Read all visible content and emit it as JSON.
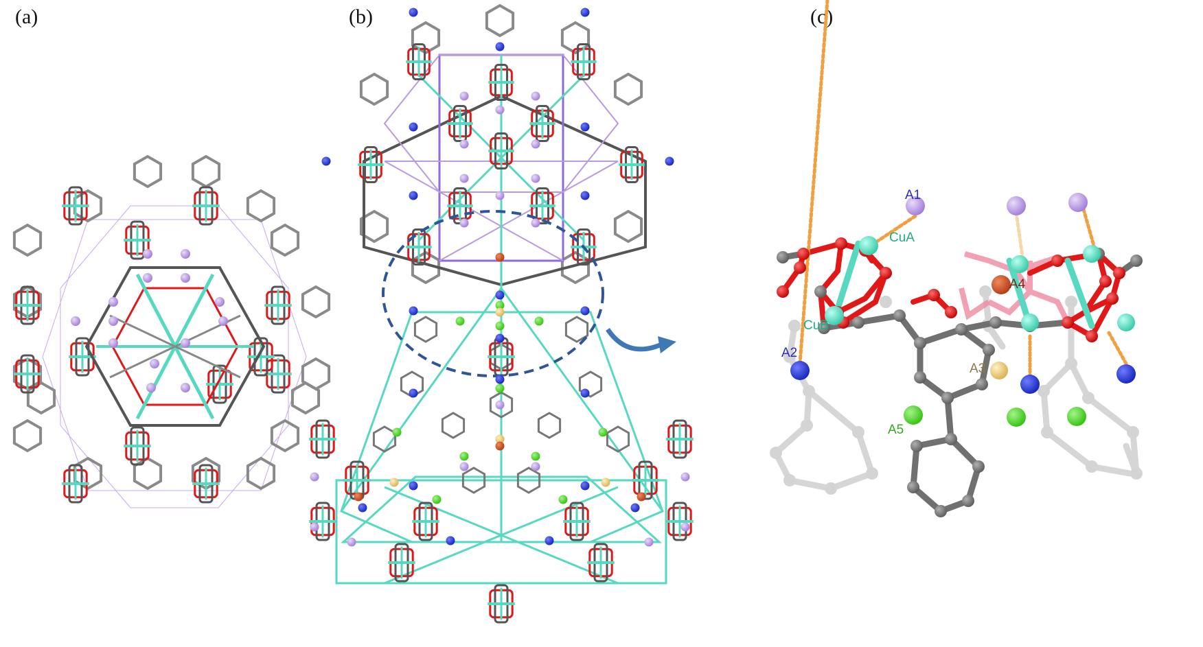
{
  "panels": {
    "a": {
      "label": "(a)"
    },
    "b": {
      "label": "(b)"
    },
    "c": {
      "label": "(c)",
      "atom_labels": {
        "A1": "A1",
        "A2": "A2",
        "A3": "A3",
        "A4": "A4",
        "A5": "A5",
        "CuA": "CuA",
        "CuB": "CuB"
      }
    }
  },
  "colors": {
    "carbon": "#8f8f8f",
    "oxygen": "#e01818",
    "copper": "#4fe0c4",
    "site_A1": "#b48ee6",
    "site_A2": "#1f2fd0",
    "site_A3": "#e8cf72",
    "site_A4": "#c8491f",
    "site_A5": "#43d11c",
    "dashed_circle": "#2e5597",
    "arrow": "#3e78b6",
    "pink_cage": "#b89ae0",
    "cyan_cage": "#56d9c0"
  }
}
